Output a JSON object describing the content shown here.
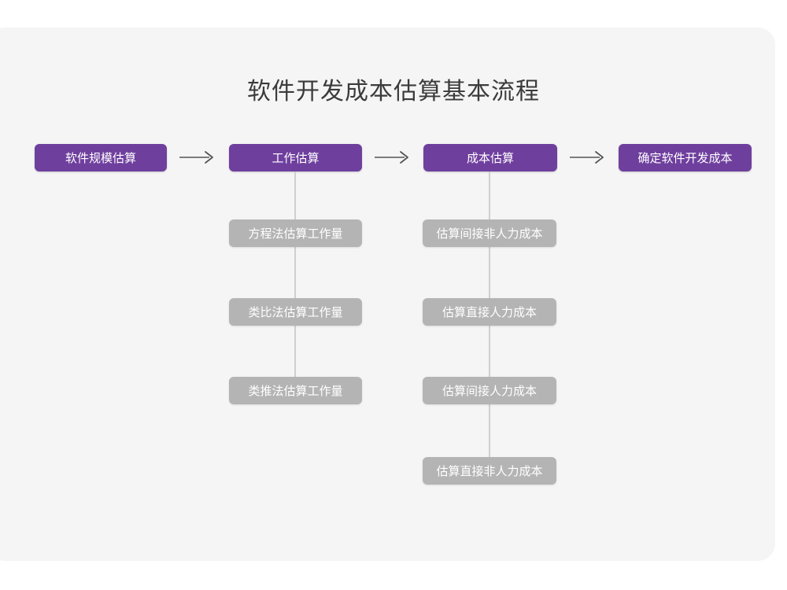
{
  "diagram": {
    "title": "软件开发成本估算基本流程",
    "colors": {
      "panel_background": "#f5f5f5",
      "page_background": "#ffffff",
      "primary_node": "#6f3f9e",
      "secondary_node": "#b4b4b4",
      "title_text": "#3b3b3b",
      "node_text": "#ffffff",
      "connector_line": "#cfcfcf",
      "arrow": "#555555"
    },
    "main_flow": [
      {
        "id": "step-1",
        "label": "软件规模估算"
      },
      {
        "id": "step-2",
        "label": "工作估算"
      },
      {
        "id": "step-3",
        "label": "成本估算"
      },
      {
        "id": "step-4",
        "label": "确定软件开发成本"
      }
    ],
    "arrows": [
      {
        "id": "arrow-1",
        "from": "step-1",
        "to": "step-2",
        "glyph": "arrow-right-icon"
      },
      {
        "id": "arrow-2",
        "from": "step-2",
        "to": "step-3",
        "glyph": "arrow-right-icon"
      },
      {
        "id": "arrow-3",
        "from": "step-3",
        "to": "step-4",
        "glyph": "arrow-right-icon"
      }
    ],
    "branches": [
      {
        "id": "branch-work-estimation",
        "parent": "step-2",
        "items": [
          {
            "id": "work-1",
            "label": "方程法估算工作量"
          },
          {
            "id": "work-2",
            "label": "类比法估算工作量"
          },
          {
            "id": "work-3",
            "label": "类推法估算工作量"
          }
        ]
      },
      {
        "id": "branch-cost-estimation",
        "parent": "step-3",
        "items": [
          {
            "id": "cost-1",
            "label": "估算间接非人力成本"
          },
          {
            "id": "cost-2",
            "label": "估算直接人力成本"
          },
          {
            "id": "cost-3",
            "label": "估算间接人力成本"
          },
          {
            "id": "cost-4",
            "label": "估算直接非人力成本"
          }
        ]
      }
    ]
  }
}
